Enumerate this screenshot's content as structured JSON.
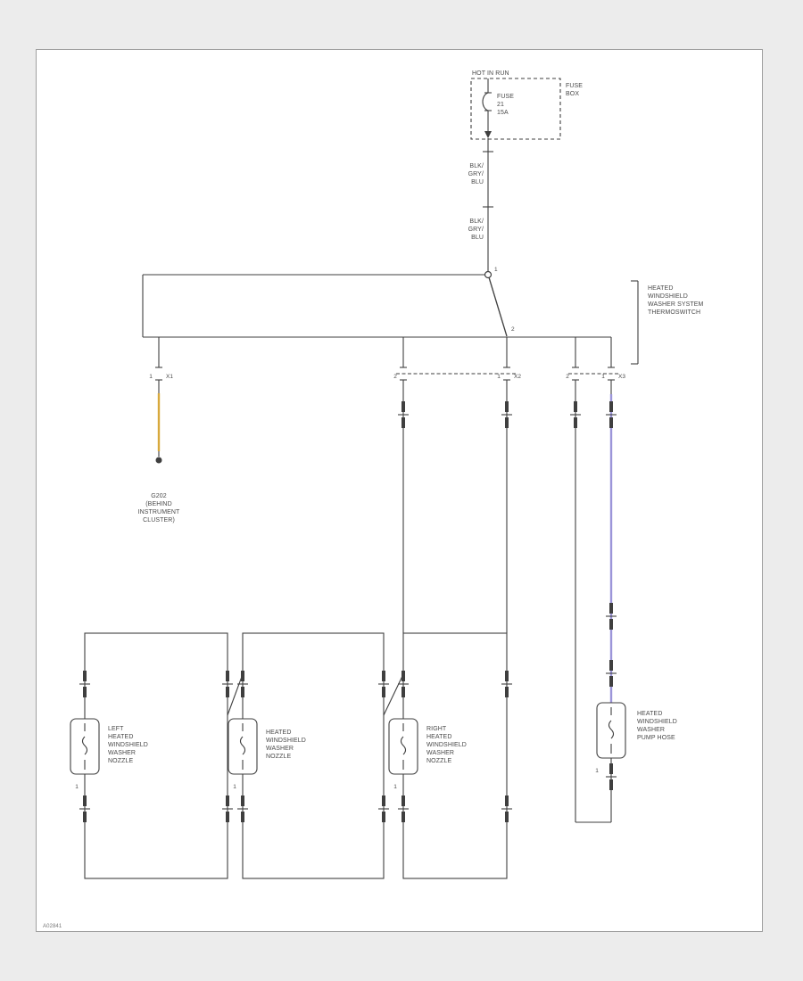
{
  "diagram": {
    "footer_code": "A02841",
    "power": {
      "hot_label": "HOT IN RUN",
      "fusebox_label_lines": [
        "FUSE",
        "BOX"
      ],
      "fuse_label_lines": [
        "FUSE",
        "21",
        "15A"
      ],
      "wire_color_lines": [
        "BLK/",
        "GRY/",
        "BLU"
      ]
    },
    "thermoswitch": {
      "pin_top": "1",
      "pin_bottom": "2",
      "label_lines": [
        "HEATED",
        "WINDSHIELD",
        "WASHER SYSTEM",
        "THERMOSWITCH"
      ]
    },
    "connectors": {
      "x1_pin": "1",
      "x1_name": "X1",
      "x2_pin_left": "2",
      "x2_pin_right": "1",
      "x2_name": "X2",
      "x3_pin_left": "2",
      "x3_pin_right": "1",
      "x3_name": "X3"
    },
    "ground": {
      "label_lines": [
        "G202",
        "(BEHIND",
        "INSTRUMENT",
        "CLUSTER)"
      ]
    },
    "components": {
      "left_nozzle": {
        "pin": "1",
        "label_lines": [
          "LEFT",
          "HEATED",
          "WINDSHIELD",
          "WASHER",
          "NOZZLE"
        ]
      },
      "center_nozzle": {
        "pin": "1",
        "label_lines": [
          "HEATED",
          "WINDSHIELD",
          "WASHER",
          "NOZZLE"
        ]
      },
      "right_nozzle": {
        "pin": "1",
        "label_lines": [
          "RIGHT",
          "HEATED",
          "WINDSHIELD",
          "WASHER",
          "NOZZLE"
        ]
      },
      "pump_hose": {
        "pin": "1",
        "label_lines": [
          "HEATED",
          "WINDSHIELD",
          "WASHER",
          "PUMP HOSE"
        ]
      }
    },
    "colors": {
      "yellow_wire": "#D8A93C",
      "purple_wire": "#9C95D9"
    }
  }
}
